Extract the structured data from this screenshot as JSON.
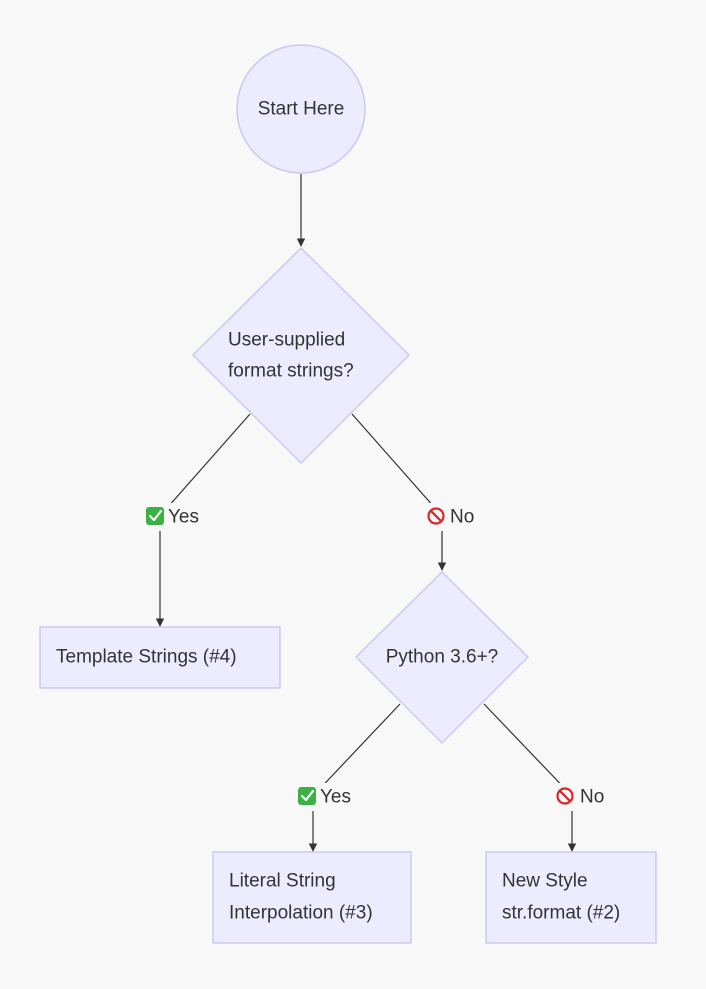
{
  "nodes": {
    "start": {
      "label": "Start Here"
    },
    "q_user": {
      "line1": "User-supplied",
      "line2": "format strings?"
    },
    "template": {
      "label": "Template Strings (#4)"
    },
    "q_python": {
      "label": "Python 3.6+?"
    },
    "literal": {
      "line1": "Literal String",
      "line2": "Interpolation (#3)"
    },
    "newstyle": {
      "line1": "New Style",
      "line2": "str.format (#2)"
    }
  },
  "edges": {
    "user_yes": {
      "label": "Yes",
      "icon": "check-mark-icon"
    },
    "user_no": {
      "label": "No",
      "icon": "prohibited-icon"
    },
    "python_yes": {
      "label": "Yes",
      "icon": "check-mark-icon"
    },
    "python_no": {
      "label": "No",
      "icon": "prohibited-icon"
    }
  },
  "colors": {
    "node_fill": "#ececfe",
    "node_stroke": "#c9c9f2",
    "edge": "#333333",
    "background": "#f8f8f8",
    "yes_icon": "#3bb143",
    "no_icon": "#d9262c"
  }
}
